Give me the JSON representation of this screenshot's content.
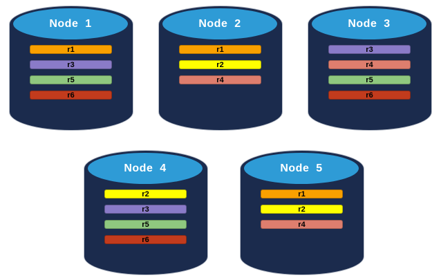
{
  "background": "#FFFFFF",
  "palette": {
    "cylinder_body": "#1B2B4D",
    "cylinder_top": "#2E9BD6",
    "cylinder_outline": "#B9BFC9",
    "title_text": "#FFFFFF",
    "bar_text": "#000000"
  },
  "nodes": [
    {
      "label": "Node  1",
      "replicas": [
        {
          "label": "r1",
          "color": "#F9A000"
        },
        {
          "label": "r3",
          "color": "#8A7BC8"
        },
        {
          "label": "r5",
          "color": "#8FC87F"
        },
        {
          "label": "r6",
          "color": "#C23B1D"
        }
      ]
    },
    {
      "label": "Node  2",
      "replicas": [
        {
          "label": "r1",
          "color": "#F9A000"
        },
        {
          "label": "r2",
          "color": "#FFFF00"
        },
        {
          "label": "r4",
          "color": "#DE7E6E"
        }
      ]
    },
    {
      "label": "Node  3",
      "replicas": [
        {
          "label": "r3",
          "color": "#8A7BC8"
        },
        {
          "label": "r4",
          "color": "#DE7E6E"
        },
        {
          "label": "r5",
          "color": "#8FC87F"
        },
        {
          "label": "r6",
          "color": "#C23B1D"
        }
      ]
    },
    {
      "label": "Node  4",
      "replicas": [
        {
          "label": "r2",
          "color": "#FFFF00"
        },
        {
          "label": "r3",
          "color": "#8A7BC8"
        },
        {
          "label": "r5",
          "color": "#8FC87F"
        },
        {
          "label": "r6",
          "color": "#C23B1D"
        }
      ]
    },
    {
      "label": "Node  5",
      "replicas": [
        {
          "label": "r1",
          "color": "#F9A000"
        },
        {
          "label": "r2",
          "color": "#FFFF00"
        },
        {
          "label": "r4",
          "color": "#DE7E6E"
        }
      ]
    }
  ]
}
